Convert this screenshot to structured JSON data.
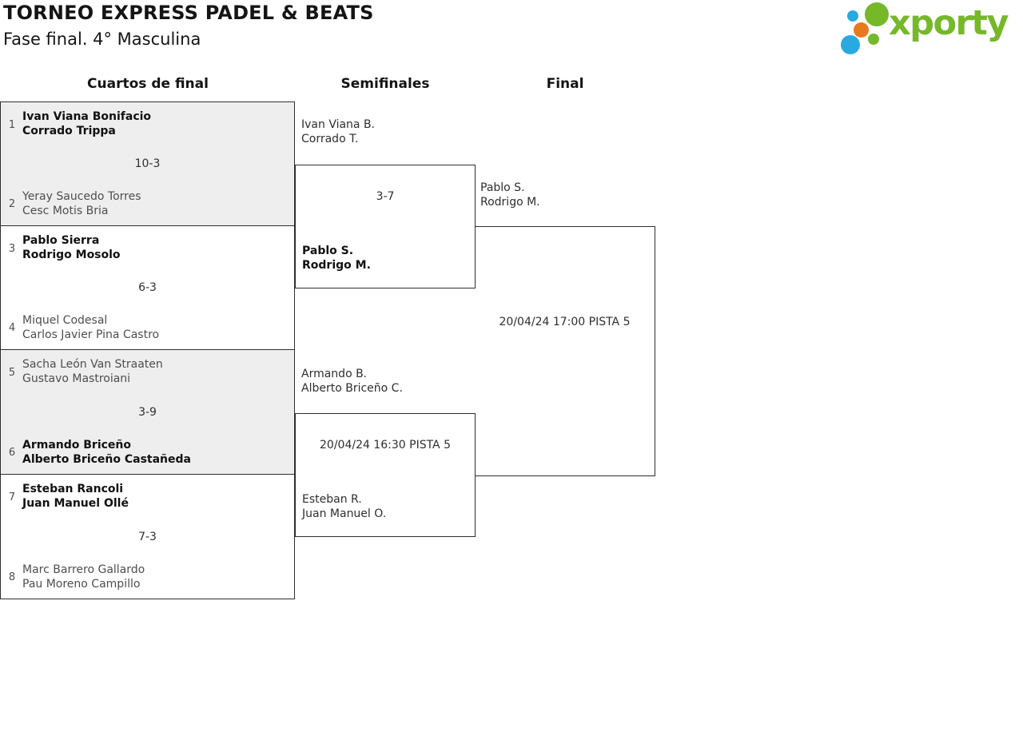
{
  "header": {
    "title": "TORNEO EXPRESS PADEL & BEATS",
    "subtitle": "Fase final. 4° Masculina"
  },
  "logo": {
    "text": "xporty",
    "colors": {
      "green": "#76b82a",
      "blue": "#29a9e1",
      "orange": "#e8791e"
    }
  },
  "colors": {
    "block_grey": "#eeeeee",
    "border": "#2e2e2e",
    "winner_text": "#111111",
    "loser_text": "#4e4e4e"
  },
  "rounds": {
    "quarters": "Cuartos de final",
    "semis": "Semifinales",
    "final": "Final"
  },
  "quarterfinals": [
    {
      "seed_top": "1",
      "top_line1": "Ivan Viana Bonifacio",
      "top_line2": "Corrado Trippa",
      "score": "10-3",
      "seed_bottom": "2",
      "bottom_line1": "Yeray Saucedo Torres",
      "bottom_line2": "Cesc Motis Bria"
    },
    {
      "seed_top": "3",
      "top_line1": "Pablo Sierra",
      "top_line2": "Rodrigo Mosolo",
      "score": "6-3",
      "seed_bottom": "4",
      "bottom_line1": "Miquel Codesal",
      "bottom_line2": "Carlos Javier Pina Castro"
    },
    {
      "seed_top": "5",
      "top_line1": "Sacha León Van Straaten",
      "top_line2": "Gustavo Mastroiani",
      "score": "3-9",
      "seed_bottom": "6",
      "bottom_line1": "Armando Briceño",
      "bottom_line2": "Alberto Briceño Castañeda"
    },
    {
      "seed_top": "7",
      "top_line1": "Esteban Rancoli",
      "top_line2": "Juan Manuel Ollé",
      "score": "7-3",
      "seed_bottom": "8",
      "bottom_line1": "Marc Barrero Gallardo",
      "bottom_line2": "Pau Moreno Campillo"
    }
  ],
  "semifinals": [
    {
      "top_line1": "Ivan Viana B.",
      "top_line2": "Corrado T.",
      "center": "3-7",
      "bottom_line1": "Pablo S.",
      "bottom_line2": "Rodrigo M."
    },
    {
      "top_line1": "Armando B.",
      "top_line2": "Alberto Briceño C.",
      "center": "20/04/24 16:30 PISTA 5",
      "bottom_line1": "Esteban R.",
      "bottom_line2": "Juan Manuel O."
    }
  ],
  "final": {
    "top_line1": "Pablo S.",
    "top_line2": "Rodrigo M.",
    "center": "20/04/24 17:00 PISTA 5"
  }
}
